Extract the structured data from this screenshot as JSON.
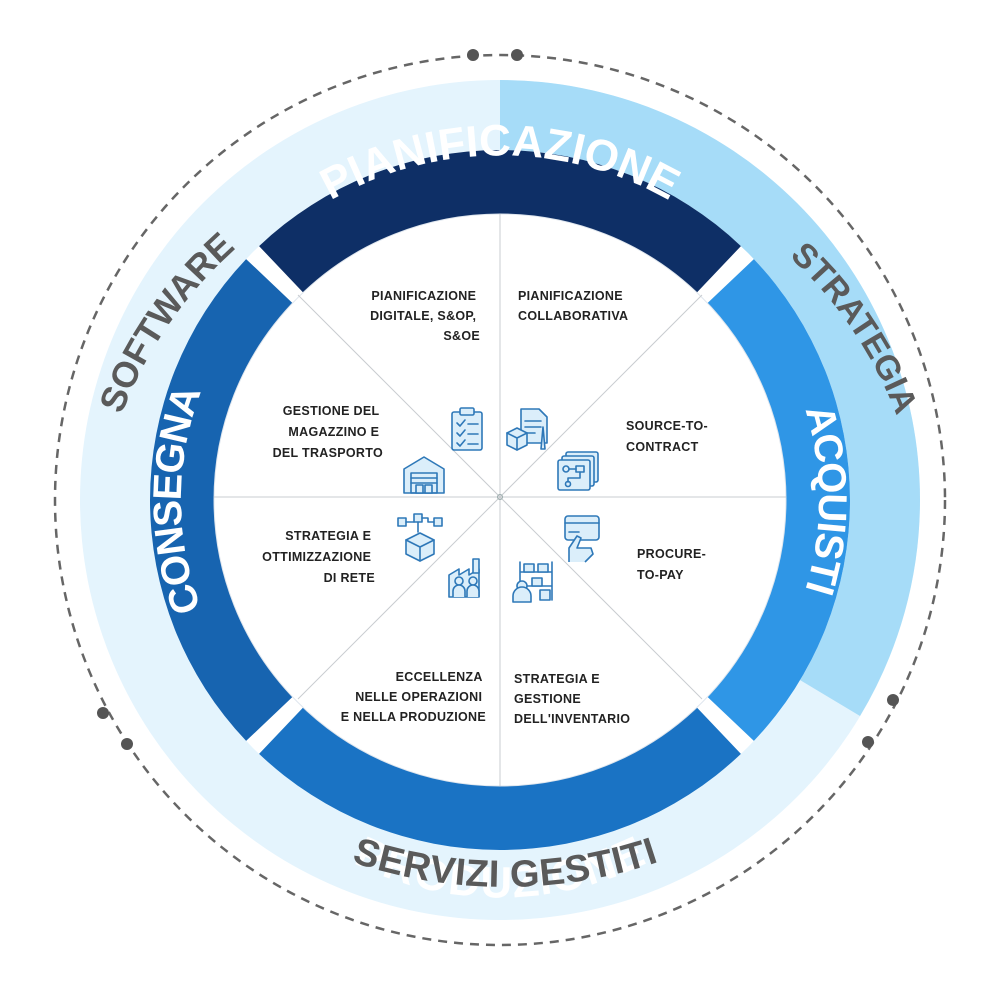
{
  "ring": {
    "top": "PIANIFICAZIONE",
    "right": "ACQUISTI",
    "bottom": "PRODUZIONE",
    "left": "CONSEGNA"
  },
  "outer": {
    "software": "SOFTWARE",
    "strategia": "STRATEGIA",
    "servizi": "SERVIZI GESTITI"
  },
  "segments": [
    {
      "lines": [
        "PIANIFICAZIONE",
        "DIGITALE, S&OP,",
        "S&OE"
      ],
      "icon": "clipboard-checklist-icon"
    },
    {
      "lines": [
        "PIANIFICAZIONE",
        "COLLABORATIVA"
      ],
      "icon": "document-box-collaboration-icon"
    },
    {
      "lines": [
        "SOURCE-TO-",
        "CONTRACT"
      ],
      "icon": "process-flow-cards-icon"
    },
    {
      "lines": [
        "PROCURE-",
        "TO-PAY"
      ],
      "icon": "hand-card-payment-icon"
    },
    {
      "lines": [
        "STRATEGIA E",
        "GESTIONE",
        "DELL'INVENTARIO"
      ],
      "icon": "inventory-worker-shelves-icon"
    },
    {
      "lines": [
        "ECCELLENZA",
        "NELLE OPERAZIONI",
        "E NELLA PRODUZIONE"
      ],
      "icon": "factory-workers-icon"
    },
    {
      "lines": [
        "STRATEGIA E",
        "OTTIMIZZAZIONE",
        "DI RETE"
      ],
      "icon": "network-box-icon"
    },
    {
      "lines": [
        "GESTIONE DEL",
        "MAGAZZINO E",
        "DEL TRASPORTO"
      ],
      "icon": "warehouse-icon"
    }
  ],
  "colors": {
    "top": "#0e2f66",
    "right": "#2f96e6",
    "bottom": "#1a73c4",
    "left": "#1764b0",
    "outerLight": "#dff1fc",
    "outerMid": "#a9dcf8",
    "dash": "#666666"
  }
}
